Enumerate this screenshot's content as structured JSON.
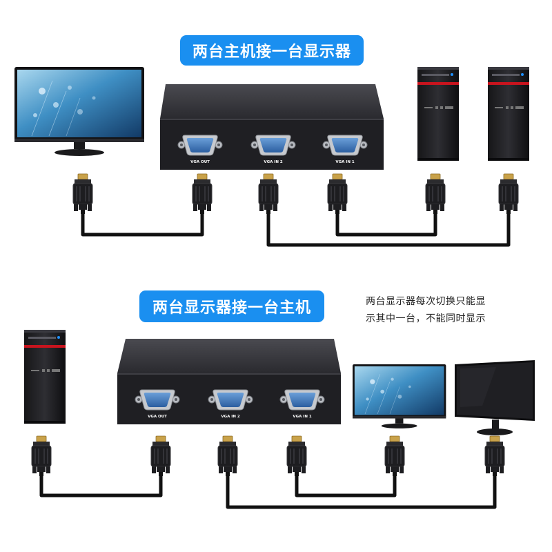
{
  "section_top": {
    "banner": "两台主机接一台显示器",
    "ports": [
      "VGA OUT",
      "VGA IN 2",
      "VGA IN 1"
    ]
  },
  "section_bottom": {
    "banner": "两台显示器接一台主机",
    "note_line_1": "两台显示器每次切换只能显",
    "note_line_2": "示其中一台，不能同时显示",
    "ports": [
      "VGA OUT",
      "VGA IN 2",
      "VGA IN 1"
    ]
  },
  "colors": {
    "banner_bg": "#1a8ff0",
    "switch_body": "#26262a",
    "vga_port_blue": "#3a74b8",
    "cable": "#111111",
    "tower_accent": "#c8141e"
  },
  "icons": [
    "monitor-icon",
    "pc-tower-icon",
    "vga-switch-icon",
    "vga-connector-icon",
    "vga-cable-icon"
  ]
}
